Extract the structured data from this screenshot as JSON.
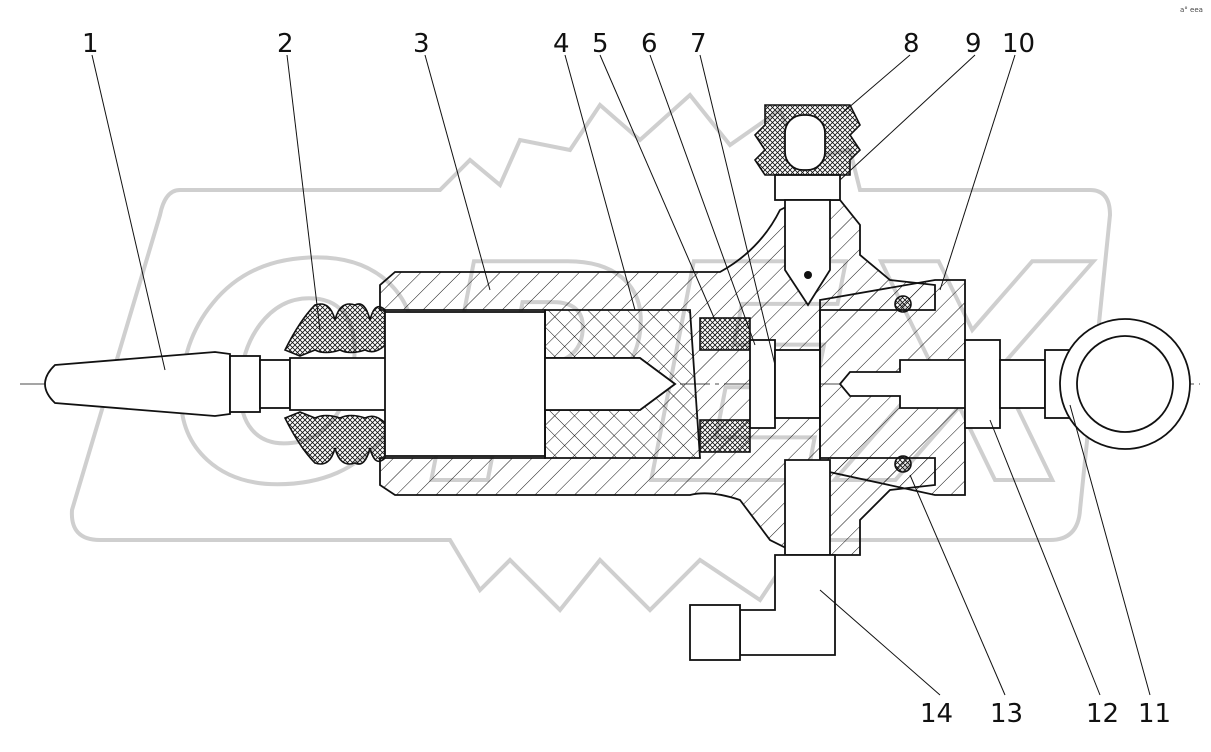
{
  "corner_mark": "a° eea",
  "callouts": [
    "1",
    "2",
    "3",
    "4",
    "5",
    "6",
    "7",
    "8",
    "9",
    "10",
    "14",
    "13",
    "12",
    "11"
  ],
  "watermark": {
    "text": "OPEX",
    "kind": "watermark logo (gear outline)"
  },
  "parts": [
    {
      "id": "1",
      "name": "rod-boot-tip"
    },
    {
      "id": "2",
      "name": "bellows-boot"
    },
    {
      "id": "3",
      "name": "cylinder-housing"
    },
    {
      "id": "4",
      "name": "piston"
    },
    {
      "id": "5",
      "name": "seal-cup"
    },
    {
      "id": "6",
      "name": "spacer"
    },
    {
      "id": "7",
      "name": "spring-washer"
    },
    {
      "id": "8",
      "name": "bleeder-cap"
    },
    {
      "id": "9",
      "name": "bleeder-valve"
    },
    {
      "id": "10",
      "name": "end-plug"
    },
    {
      "id": "11",
      "name": "eye-end"
    },
    {
      "id": "12",
      "name": "lock-nut"
    },
    {
      "id": "13",
      "name": "o-ring"
    },
    {
      "id": "14",
      "name": "elbow-fitting"
    }
  ]
}
